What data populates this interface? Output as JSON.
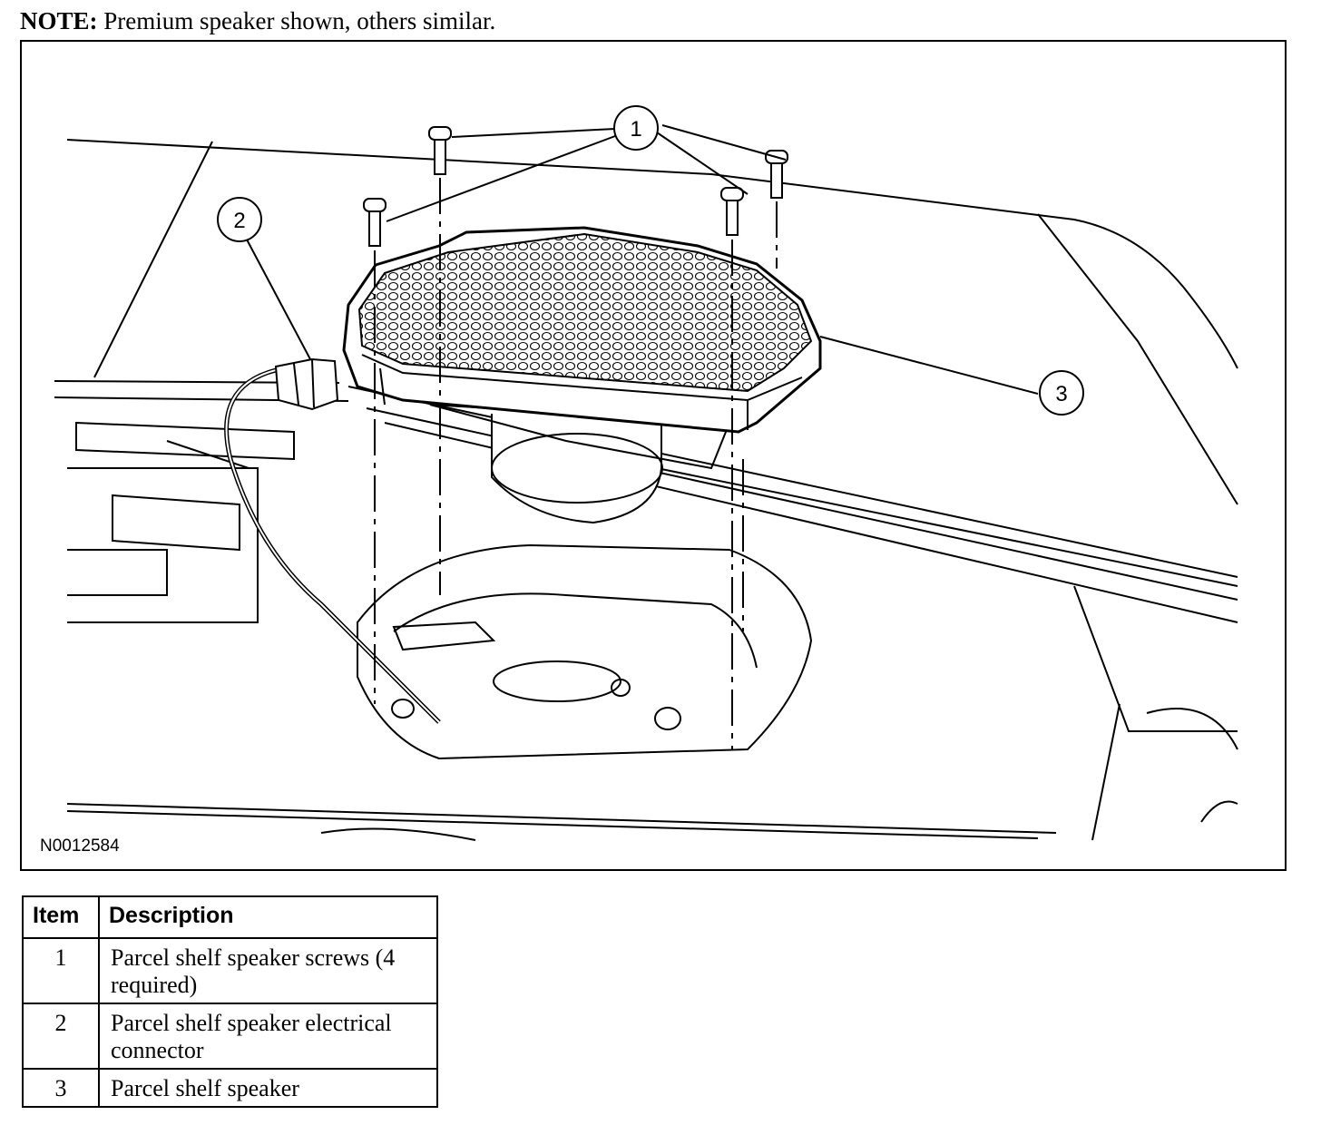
{
  "note": {
    "label": "NOTE:",
    "text": "Premium speaker shown, others similar."
  },
  "figure": {
    "id": "N0012584",
    "callouts": [
      "1",
      "2",
      "3"
    ]
  },
  "legend": {
    "headers": {
      "item": "Item",
      "description": "Description"
    },
    "rows": [
      {
        "item": "1",
        "description": "Parcel shelf speaker screws (4 required)"
      },
      {
        "item": "2",
        "description": "Parcel shelf speaker electrical connector"
      },
      {
        "item": "3",
        "description": "Parcel shelf speaker"
      }
    ]
  }
}
